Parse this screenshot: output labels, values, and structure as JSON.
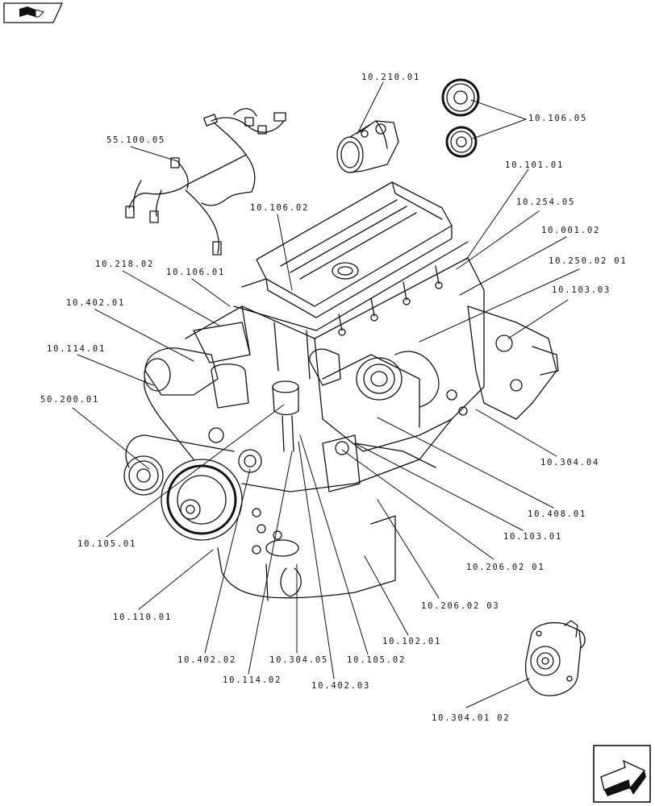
{
  "callouts": [
    {
      "id": "c01",
      "text": "10.210.01"
    },
    {
      "id": "c02",
      "text": "10.106.05"
    },
    {
      "id": "c03",
      "text": "55.100.05"
    },
    {
      "id": "c04",
      "text": "10.101.01"
    },
    {
      "id": "c05",
      "text": "10.254.05"
    },
    {
      "id": "c06",
      "text": "10.106.02"
    },
    {
      "id": "c07",
      "text": "10.001.02"
    },
    {
      "id": "c08",
      "text": "10.250.02 01"
    },
    {
      "id": "c09",
      "text": "10.218.02"
    },
    {
      "id": "c10",
      "text": "10.106.01"
    },
    {
      "id": "c11",
      "text": "10.103.03"
    },
    {
      "id": "c12",
      "text": "10.402.01"
    },
    {
      "id": "c13",
      "text": "10.114.01"
    },
    {
      "id": "c14",
      "text": "50.200.01"
    },
    {
      "id": "c15",
      "text": "10.304.04"
    },
    {
      "id": "c16",
      "text": "10.408.01"
    },
    {
      "id": "c17",
      "text": "10.103.01"
    },
    {
      "id": "c18",
      "text": "10.105.01"
    },
    {
      "id": "c19",
      "text": "10.206.02 01"
    },
    {
      "id": "c20",
      "text": "10.206.02 03"
    },
    {
      "id": "c21",
      "text": "10.110.01"
    },
    {
      "id": "c22",
      "text": "10.102.01"
    },
    {
      "id": "c23",
      "text": "10.402.02"
    },
    {
      "id": "c24",
      "text": "10.304.05"
    },
    {
      "id": "c25",
      "text": "10.105.02"
    },
    {
      "id": "c26",
      "text": "10.114.02"
    },
    {
      "id": "c27",
      "text": "10.402.03"
    },
    {
      "id": "c28",
      "text": "10.304.01 02"
    }
  ],
  "icons": {
    "top_nav": "book-page-icon",
    "bottom_nav": "next-page-arrow-icon"
  },
  "colors": {
    "ink": "#111111",
    "paper": "#ffffff"
  }
}
